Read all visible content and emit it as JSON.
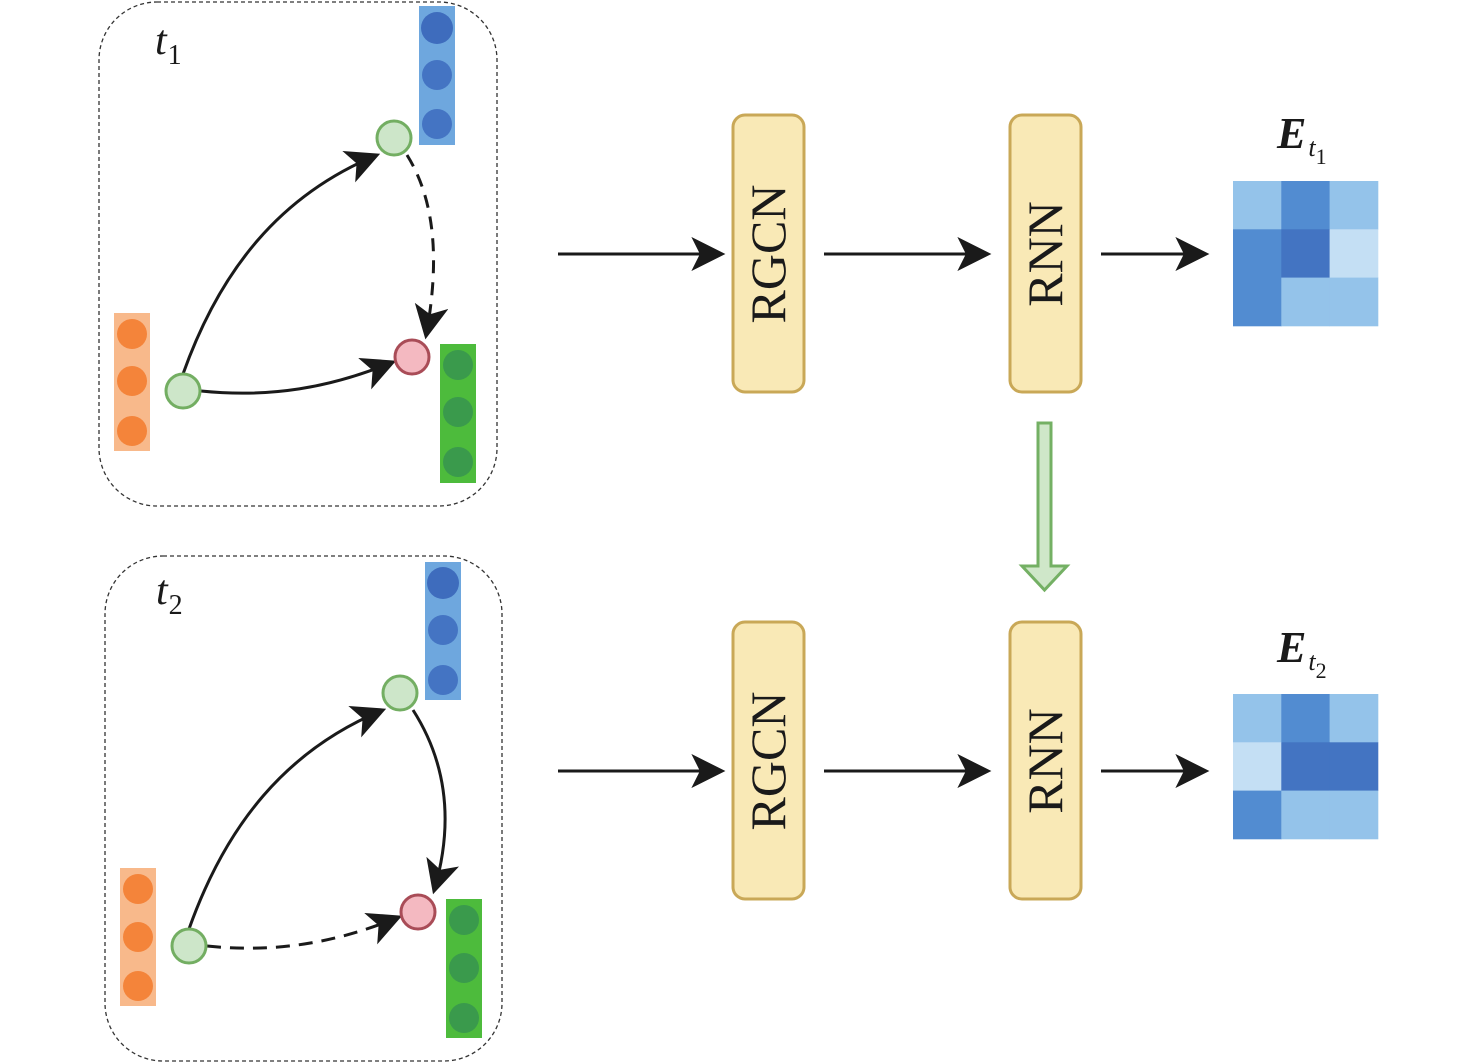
{
  "figure": {
    "colors": {
      "module_fill": "#f9e9b6",
      "module_stroke": "#c9a857",
      "arrow": "#1a1a1a",
      "temporal_arrow_fill": "#cfe7c9",
      "temporal_arrow_stroke": "#74b064",
      "node_fill": "#cde6c9",
      "node_stroke": "#73ae62",
      "target_fill": "#f4b9c1",
      "target_stroke": "#a94c57",
      "orange_bar": "#f8b98b",
      "orange_dot": "#f4843a",
      "blue_bar": "#6ea7de",
      "blue_dot": "#4474c3",
      "green_bar": "#4dbb3c",
      "green_dot": "#3a9a4c",
      "heat_light": "#c4dff4",
      "heat_mid": "#94c3ea",
      "heat_strong": "#528cd1",
      "heat_darkest": "#4374c2"
    },
    "rows": [
      {
        "id": "t1",
        "time_label": "t",
        "time_sub": "1",
        "edges": {
          "source_to_top": "solid",
          "source_to_target": "solid",
          "top_to_target": "dashed"
        },
        "module_1": "RGCN",
        "module_2": "RNN",
        "output_label": "E",
        "output_sub": "t",
        "output_subsub": "1",
        "embedding_matrix": [
          [
            "mid",
            "strong",
            "mid"
          ],
          [
            "strong",
            "darkest",
            "light"
          ],
          [
            "strong",
            "mid",
            "mid"
          ]
        ]
      },
      {
        "id": "t2",
        "time_label": "t",
        "time_sub": "2",
        "edges": {
          "source_to_top": "solid",
          "source_to_target": "dashed",
          "top_to_target": "solid"
        },
        "module_1": "RGCN",
        "module_2": "RNN",
        "output_label": "E",
        "output_sub": "t",
        "output_subsub": "2",
        "embedding_matrix": [
          [
            "mid",
            "strong",
            "mid"
          ],
          [
            "light",
            "darkest",
            "darkest"
          ],
          [
            "strong",
            "mid",
            "mid"
          ]
        ]
      }
    ]
  }
}
